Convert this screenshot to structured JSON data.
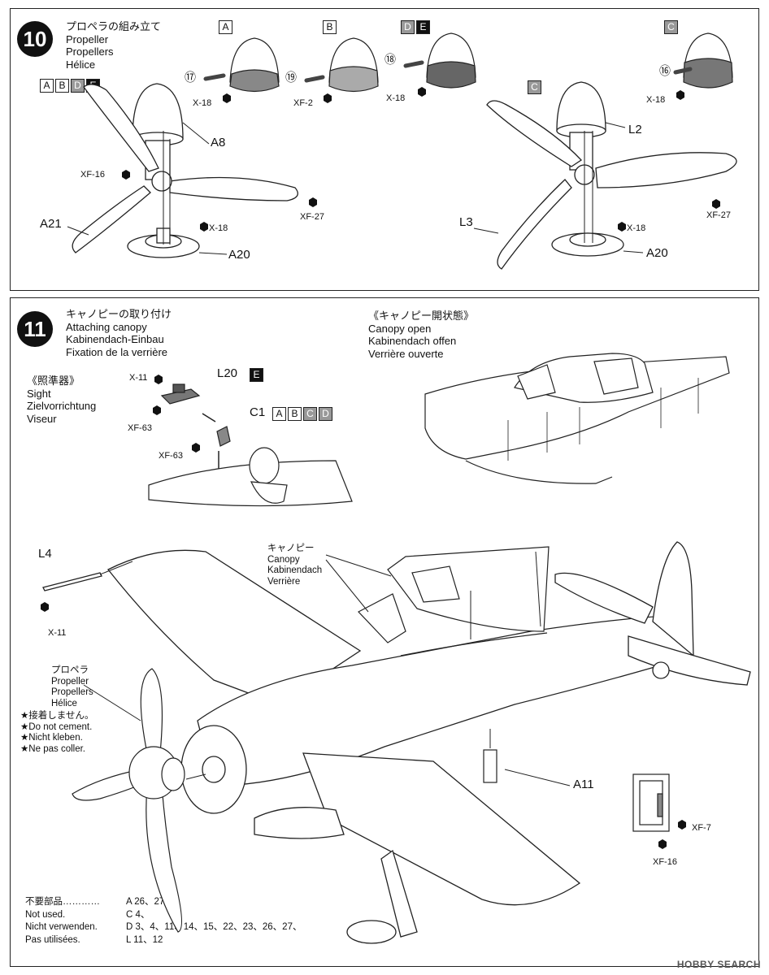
{
  "step10": {
    "number": "10",
    "title_lines": [
      "プロペラの組み立て",
      "Propeller",
      "Propellers",
      "Hélice"
    ],
    "variant_badges": [
      {
        "letter": "A",
        "tone": "lt"
      },
      {
        "letter": "B",
        "tone": "lt"
      },
      {
        "letter": "D",
        "tone": "md"
      },
      {
        "letter": "E",
        "tone": "dk"
      }
    ],
    "spinner_variants": [
      {
        "badges": [
          {
            "letter": "A",
            "tone": "lt"
          }
        ],
        "marking": "⑰",
        "paint": "X-18"
      },
      {
        "badges": [
          {
            "letter": "B",
            "tone": "lt"
          }
        ],
        "marking": "⑲",
        "paint": "XF-2"
      },
      {
        "badges": [
          {
            "letter": "D",
            "tone": "md"
          },
          {
            "letter": "E",
            "tone": "dk"
          }
        ],
        "marking": "⑱",
        "paint": "X-18"
      },
      {
        "badges": [
          {
            "letter": "C",
            "tone": "md"
          }
        ],
        "marking": "⑯",
        "paint": "X-18"
      }
    ],
    "left_assembly": {
      "spinner_part": "A8",
      "blade_part": "A21",
      "hub_part": "A20",
      "paint_blade_root": "XF-16",
      "paint_blade_tip": "XF-27",
      "paint_hub": "X-18"
    },
    "right_assembly": {
      "badge": {
        "letter": "C",
        "tone": "md"
      },
      "spinner_part": "L2",
      "blade_part": "L3",
      "hub_part": "A20",
      "paint_blade_tip": "XF-27",
      "paint_hub": "X-18"
    }
  },
  "step11": {
    "number": "11",
    "title_lines": [
      "キャノピーの取り付け",
      "Attaching canopy",
      "Kabinendach-Einbau",
      "Fixation de la verrière"
    ],
    "canopy_open_lines": [
      "《キャノピー開状態》",
      "Canopy open",
      "Kabinendach offen",
      "Verrière ouverte"
    ],
    "sight": {
      "lines": [
        "《照準器》",
        "Sight",
        "Zielvorrichtung",
        "Viseur"
      ],
      "part_l20": "L20",
      "l20_badge": {
        "letter": "E",
        "tone": "dk"
      },
      "part_c1": "C1",
      "c1_badges": [
        {
          "letter": "A",
          "tone": "lt"
        },
        {
          "letter": "B",
          "tone": "lt"
        },
        {
          "letter": "C",
          "tone": "md"
        },
        {
          "letter": "D",
          "tone": "md"
        }
      ],
      "paint_top": "X-11",
      "paint_mid": "XF-63",
      "paint_c1": "XF-63"
    },
    "antenna": {
      "part": "L4",
      "paint": "X-11"
    },
    "canopy_label_lines": [
      "キャノピー",
      "Canopy",
      "Kabinendach",
      "Verrière"
    ],
    "propeller_note_lines": [
      "プロペラ",
      "Propeller",
      "Propellers",
      "Hélice"
    ],
    "no_cement_lines": [
      "★接着しません。",
      "★Do not cement.",
      "★Nicht kleben.",
      "★Ne pas coller."
    ],
    "step_part": {
      "part": "A11",
      "paint_a": "XF-7",
      "paint_b": "XF-16"
    },
    "not_used": {
      "labels": [
        "不要部品…………",
        "Not used.",
        "Nicht verwenden.",
        "Pas utilisées."
      ],
      "values": [
        "A 26、27、",
        "C 4、",
        "D 3、4、11、14、15、22、23、26、27、",
        "L 11、12"
      ]
    }
  },
  "watermark": "HOBBY SEARCH"
}
